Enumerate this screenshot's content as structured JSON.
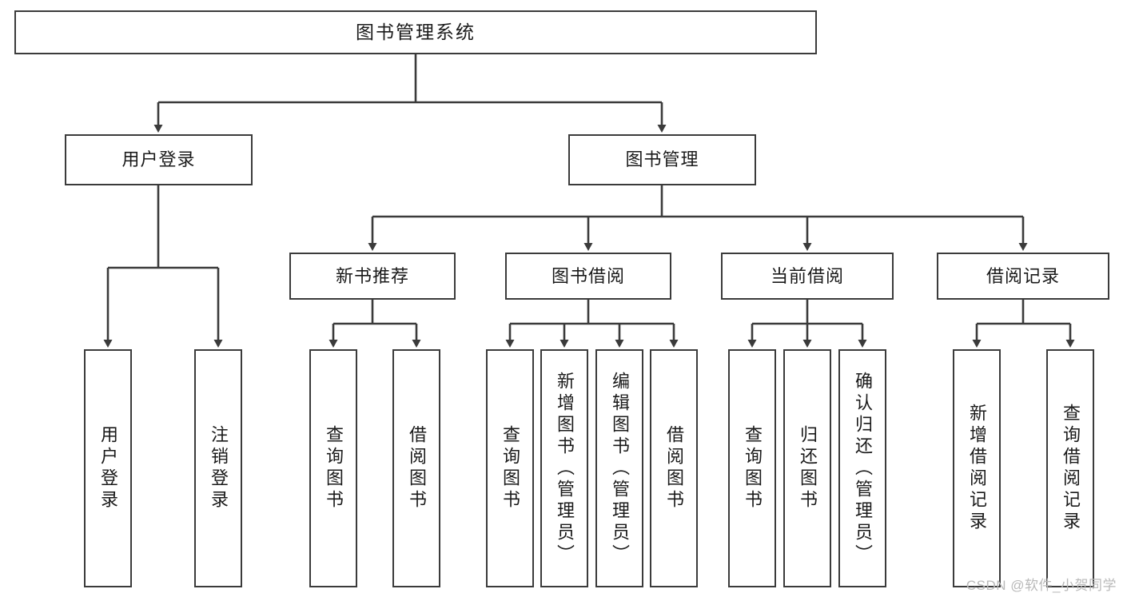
{
  "diagram": {
    "title": "图书管理系统",
    "type": "functional-structure-tree",
    "root": {
      "id": "root",
      "label": "图书管理系统"
    },
    "level2": [
      {
        "id": "user-login",
        "label": "用户登录"
      },
      {
        "id": "book-manage",
        "label": "图书管理"
      }
    ],
    "level3": [
      {
        "id": "new-book-rec",
        "label": "新书推荐"
      },
      {
        "id": "book-borrow",
        "label": "图书借阅"
      },
      {
        "id": "current-borrow",
        "label": "当前借阅"
      },
      {
        "id": "borrow-record",
        "label": "借阅记录"
      }
    ],
    "leaves": {
      "user_login": [
        {
          "id": "leaf-user-login",
          "label": "用户登录"
        },
        {
          "id": "leaf-logout-login",
          "label": "注销登录"
        }
      ],
      "new_book_rec": [
        {
          "id": "leaf-query-book-1",
          "label": "查询图书"
        },
        {
          "id": "leaf-borrow-book-1",
          "label": "借阅图书"
        }
      ],
      "book_borrow": [
        {
          "id": "leaf-query-book-2",
          "label": "查询图书"
        },
        {
          "id": "leaf-add-book",
          "label": "新增图书（管理员）"
        },
        {
          "id": "leaf-edit-book",
          "label": "编辑图书（管理员）"
        },
        {
          "id": "leaf-borrow-book-2",
          "label": "借阅图书"
        }
      ],
      "current_borrow": [
        {
          "id": "leaf-query-book-3",
          "label": "查询图书"
        },
        {
          "id": "leaf-return-book",
          "label": "归还图书"
        },
        {
          "id": "leaf-confirm-return",
          "label": "确认归还（管理员）"
        }
      ],
      "borrow_record": [
        {
          "id": "leaf-add-record",
          "label": "新增借阅记录"
        },
        {
          "id": "leaf-query-record",
          "label": "查询借阅记录"
        }
      ]
    }
  },
  "colors": {
    "box_border": "#3b3b3b",
    "box_fill": "#ffffff",
    "edge": "#3b3b3b",
    "text": "#1a1a1a",
    "watermark": "#b9b9b9",
    "background": "#ffffff"
  },
  "watermark": {
    "text": "CSDN @软件_小贺同学"
  }
}
